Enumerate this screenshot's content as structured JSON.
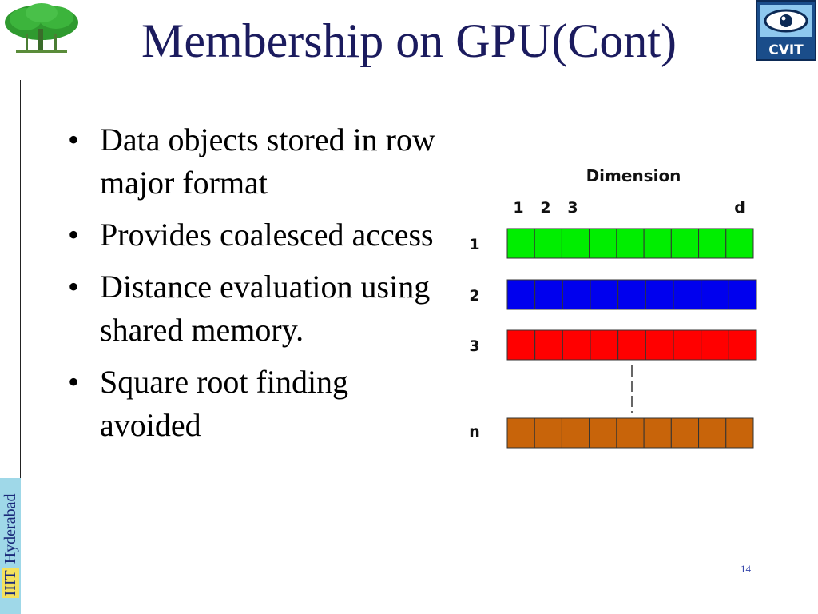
{
  "slide": {
    "title": "Membership on GPU(Cont)",
    "bullets": [
      "Data objects stored in row major format",
      "Provides coalesced access",
      "Distance evaluation using shared memory.",
      "Square root finding avoided"
    ],
    "page_number": "14"
  },
  "sidebar": {
    "label_iiit": "IIIT",
    "label_rest": " Hyderabad"
  },
  "logos": {
    "right_logo_text": "CVIT"
  },
  "diagram": {
    "heading": "Dimension",
    "column_labels": [
      "1",
      "2",
      "3",
      "d"
    ],
    "rows": [
      {
        "label": "1",
        "color": "#00ee00",
        "cells": 9
      },
      {
        "label": "2",
        "color": "#0000ee",
        "cells": 9
      },
      {
        "label": "3",
        "color": "#ff0000",
        "cells": 9
      },
      {
        "label": "n",
        "color": "#c8640a",
        "cells": 9
      }
    ]
  }
}
